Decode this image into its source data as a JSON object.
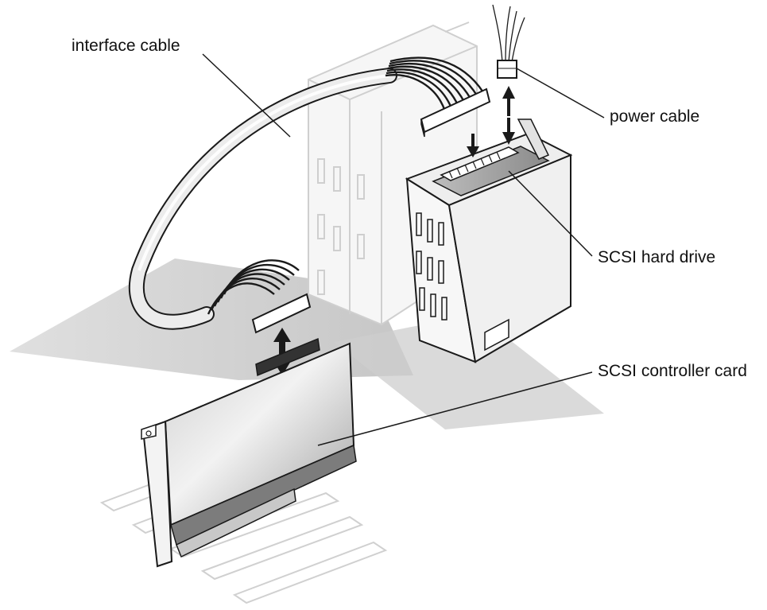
{
  "diagram": {
    "labels": {
      "interface_cable": "interface cable",
      "power_cable": "power cable",
      "scsi_hard_drive": "SCSI hard drive",
      "scsi_controller_card": "SCSI controller card"
    },
    "colors": {
      "line": "#1a1a1a",
      "ghost": "#d2d2d2",
      "shadow": "#c4c4c4",
      "cable": "#e9e9e9",
      "metal": "#f4f4f4",
      "card": "#b8b8b8",
      "connector": "#222222"
    }
  }
}
